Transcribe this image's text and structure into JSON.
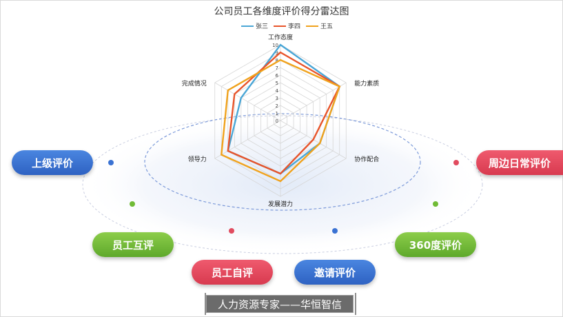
{
  "chart_data": {
    "type": "radar",
    "title": "公司员工各维度评价得分雷达图",
    "indicators": [
      "工作态度",
      "能力素质",
      "协作配合",
      "发展潜力",
      "领导力",
      "完成情况"
    ],
    "scale_labels": [
      "10",
      "9",
      "8",
      "7",
      "6",
      "5",
      "4",
      "3",
      "2",
      "1",
      "0"
    ],
    "max": 10,
    "series": [
      {
        "name": "张三",
        "color": "#4aa6d6",
        "values": [
          10,
          9,
          6,
          7,
          8,
          6
        ]
      },
      {
        "name": "李四",
        "color": "#e8542a",
        "values": [
          9,
          9,
          5,
          7,
          8,
          7
        ]
      },
      {
        "name": "王五",
        "color": "#f0a21c",
        "values": [
          8,
          9,
          6,
          8,
          9,
          8
        ]
      }
    ],
    "legend_position": "top-center"
  },
  "categories": {
    "superior": "上级评价",
    "peer": "员工互评",
    "self": "员工自评",
    "invited": "邀请评价",
    "degree360": "360度评价",
    "surrounding": "周边日常评价"
  },
  "colors": {
    "blue": "#3a72d3",
    "red": "#e14b5f",
    "green": "#70bb36"
  },
  "footer": "人力资源专家——华恒智信"
}
